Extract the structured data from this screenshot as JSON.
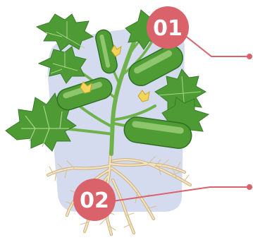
{
  "callouts": [
    {
      "number": "01"
    },
    {
      "number": "02"
    }
  ],
  "colors": {
    "callout": "#d9626b",
    "backdrop": "#d5dbef",
    "leaf": "#4e9a34",
    "leaf_dark": "#2f6f24",
    "stem": "#6fb24b",
    "fruit": "#4f9c35",
    "fruit_light": "#9fd17c",
    "flower": "#f3d55c",
    "root": "#f3e2bf",
    "root_outline": "#c9ad79"
  },
  "icons": [
    "zucchini-plant-illustration",
    "callout-pointer"
  ]
}
